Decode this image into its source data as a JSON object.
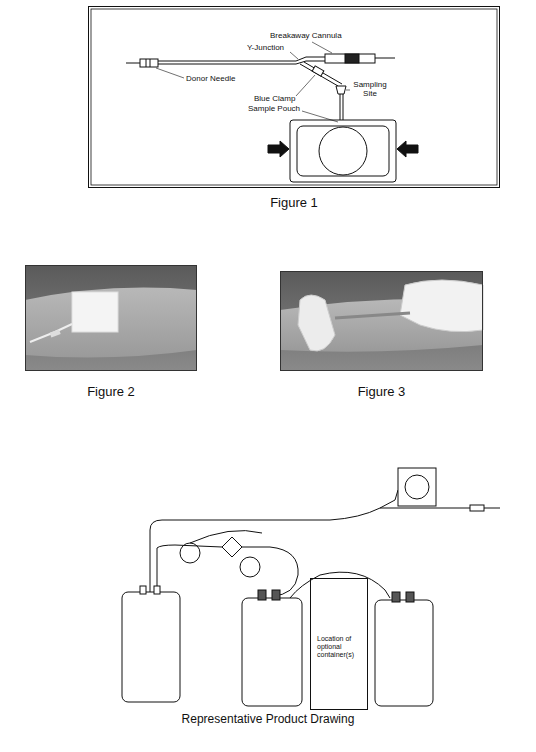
{
  "diagram": {
    "caption": "Representative Product Drawing",
    "nodes": [
      {
        "text": [
          "Figure 1"
        ]
      },
      {
        "text": [
          "Figure 2"
        ]
      },
      {
        "text": [
          "Figure 3"
        ]
      },
      {
        "text": [
          "Location of optional container(s)"
        ]
      }
    ],
    "labels": [
      "Breakaway Cannula",
      "Y-Junction",
      "Donor Needle",
      "Sampling Site",
      "Blue Clamp",
      "Sample Pouch"
    ]
  }
}
